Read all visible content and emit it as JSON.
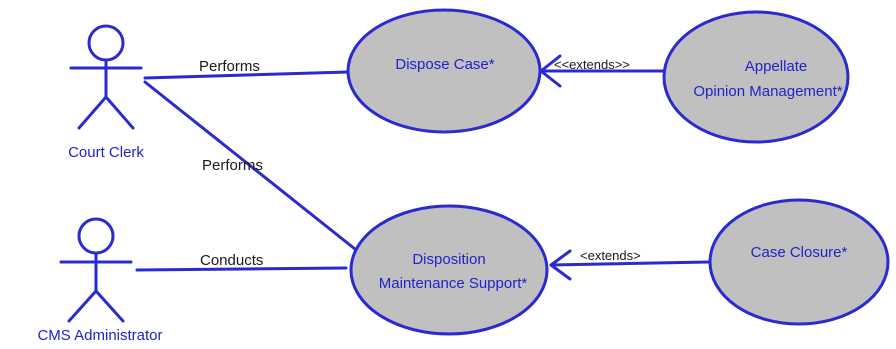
{
  "colors": {
    "stroke": "#2a2ad0",
    "usecase_fill": "#c0c0c0",
    "actor_text": "#2222c8",
    "relationship_text": "#1a1a1a"
  },
  "actors": {
    "court_clerk": "Court Clerk",
    "cms_admin": "CMS Administrator"
  },
  "use_cases": {
    "dispose_case": "Dispose Case*",
    "appellate_line1": "Appellate",
    "appellate_line2": "Opinion Management*",
    "disposition_line1": "Disposition",
    "disposition_line2": "Maintenance Support*",
    "case_closure": "Case Closure*"
  },
  "relationships": {
    "clerk_dispose": "Performs",
    "clerk_disposition": "Performs",
    "admin_disposition": "Conducts",
    "appellate_extends": "<<extends>>",
    "closure_extends": "<extends>"
  }
}
